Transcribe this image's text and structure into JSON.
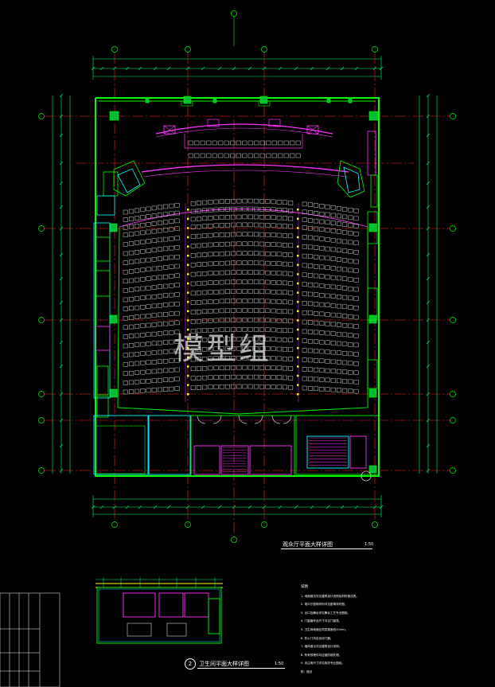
{
  "drawing": {
    "main_title": "观众厅平面大样详图",
    "main_scale": "1:50",
    "sub_number": "2",
    "sub_title": "卫生间平面大样详图",
    "sub_scale": "1:50",
    "watermark": "模型组",
    "grid_labels_top": [
      "⑩",
      "⑪",
      "⑫",
      "⑬"
    ],
    "grid_labels_side": [
      "Ⓕ",
      "Ⓔ",
      "Ⓓ",
      "Ⓒ",
      "Ⓑ",
      "Ⓐ"
    ],
    "notes_title": "说明",
    "notes": [
      "1. 地面做法详见建筑设计说明及材料做法表。",
      "2. 观众厅座椅排列详见座椅排布图。",
      "3. 台口及舞台详见舞台工艺专业图纸。",
      "4. 门窗编号及尺寸详见门窗表。",
      "5. 卫生间地面比同层楼面低20mm。",
      "6. 防火门均应设闭门器。",
      "7. 墙体做法详见建筑设计说明。",
      "8. 所有预埋件均应做防锈处理。",
      "9. 未注明尺寸详见相关专业图纸。"
    ],
    "notes_footer": "附：做法"
  },
  "colors": {
    "background": "#000000",
    "wall": "#00ff00",
    "column": "#00cc33",
    "seats": "#e8e8e8",
    "axis": "#ff2020",
    "magenta": "#ff33ff",
    "cyan": "#00ffff",
    "yellow": "#ffff00",
    "dimension": "#00ff66",
    "white": "#ffffff"
  },
  "seating": {
    "rows": 21,
    "front_rows_stage": 2
  }
}
